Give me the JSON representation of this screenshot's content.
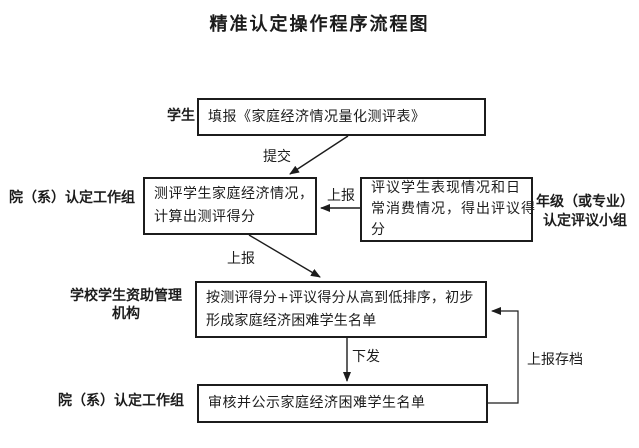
{
  "title": "精准认定操作程序流程图",
  "colors": {
    "background": "#ffffff",
    "ink": "#1c1c1c"
  },
  "flowchart": {
    "nodes": [
      {
        "id": "fill-form",
        "actor": "学生",
        "actor_lines": [
          "学生"
        ],
        "text": "填报《家庭经济情况量化测评表》",
        "text_lines": [
          "填报《家庭经济情况量化测评表》"
        ]
      },
      {
        "id": "evaluate-economic",
        "actor": "院（系）认定工作组",
        "actor_lines": [
          "院（系）认定工作组"
        ],
        "text": "测评学生家庭经济情况，计算出测评得分",
        "text_lines": [
          "测评学生家庭经济情况，",
          "计算出测评得分"
        ]
      },
      {
        "id": "review-performance",
        "actor": "年级（或专业）认定评议小组",
        "actor_lines": [
          "年级（或专业）",
          "认定评议小组"
        ],
        "text": "评议学生表现情况和日常消费情况，得出评议得分",
        "text_lines": [
          "评议学生表现情况和日",
          "常消费情况，得出评议得",
          "分"
        ]
      },
      {
        "id": "rank-list",
        "actor": "学校学生资助管理机构",
        "actor_lines": [
          "学校学生资助管理",
          "机构"
        ],
        "text": "按测评得分+评议得分从高到低排序，初步形成家庭经济困难学生名单",
        "text_lines": [
          "按测评得分+评议得分从高到低排序，初步",
          "形成家庭经济困难学生名单"
        ]
      },
      {
        "id": "review-publicize",
        "actor": "院（系）认定工作组",
        "actor_lines": [
          "院（系）认定工作组"
        ],
        "text": "审核并公示家庭经济困难学生名单",
        "text_lines": [
          "审核并公示家庭经济困难学生名单"
        ]
      }
    ],
    "edges": [
      {
        "from": "fill-form",
        "to": "evaluate-economic",
        "label": "提交"
      },
      {
        "from": "review-performance",
        "to": "evaluate-economic",
        "label": "上报"
      },
      {
        "from": "evaluate-economic",
        "to": "rank-list",
        "label": "上报"
      },
      {
        "from": "rank-list",
        "to": "review-publicize",
        "label": "下发"
      },
      {
        "from": "review-publicize",
        "to": "rank-list",
        "label": "上报存档"
      }
    ]
  }
}
